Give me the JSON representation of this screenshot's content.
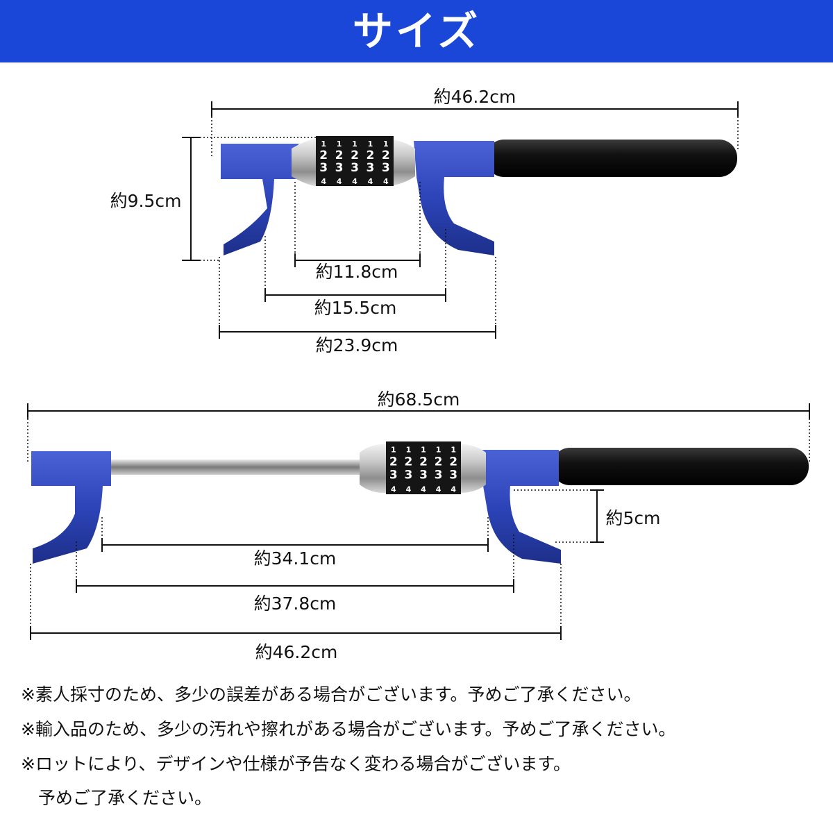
{
  "header": {
    "title": "サイズ",
    "color": "#1a47d8"
  },
  "colors": {
    "lock_body": "#2c44b8",
    "grip": "#111111",
    "cylinder": "#c8c8c8",
    "rod": "#9a9a9a"
  },
  "figure_retracted": {
    "dims": {
      "overall_length": "約46.2cm",
      "height": "約9.5cm",
      "inner_span": "約11.8cm",
      "mid_span": "約15.5cm",
      "outer_span": "約23.9cm"
    },
    "dial_digits": [
      "1",
      "2",
      "3",
      "4"
    ]
  },
  "figure_extended": {
    "dims": {
      "overall_length": "約68.5cm",
      "hook_depth": "約5cm",
      "inner_span": "約34.1cm",
      "mid_span": "約37.8cm",
      "outer_span": "約46.2cm"
    },
    "dial_digits": [
      "1",
      "2",
      "3",
      "4"
    ]
  },
  "notes": [
    "※素人採寸のため、多少の誤差がある場合がございます。予めご了承ください。",
    "※輸入品のため、多少の汚れや擦れがある場合がございます。予めご了承ください。",
    "※ロットにより、デザインや仕様が予告なく変わる場合がございます。",
    "　予めご了承ください。"
  ]
}
